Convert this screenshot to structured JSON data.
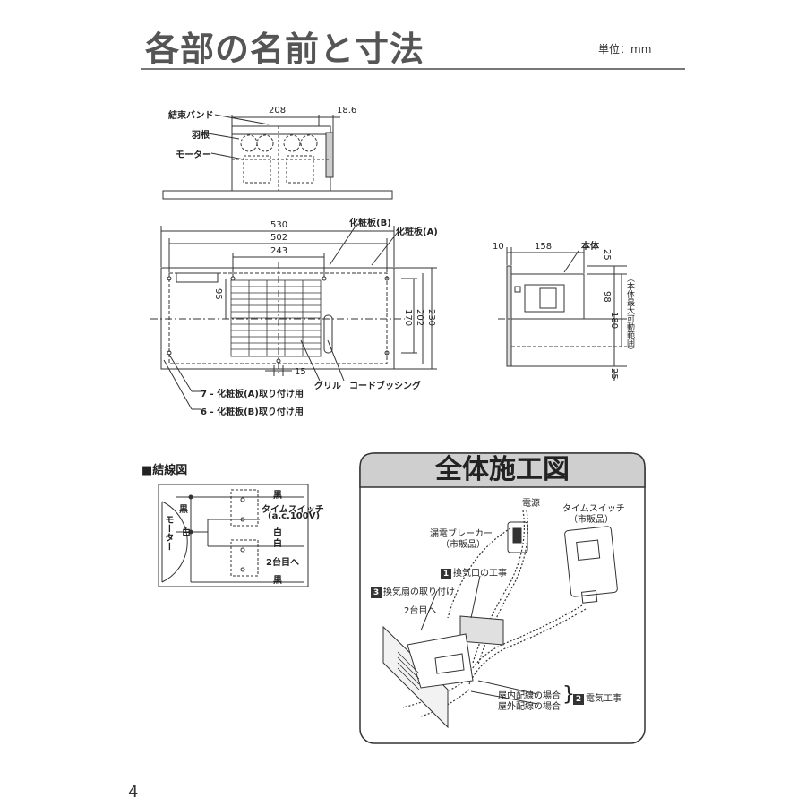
{
  "page": {
    "title": "各部の名前と寸法",
    "unit": "単位：mm",
    "page_number": "4"
  },
  "top_view": {
    "band_label": "結束バンド",
    "blade_label": "羽根",
    "motor_label": "モーター",
    "dim_width": "208",
    "dim_offset": "18.6"
  },
  "front_view": {
    "label_b": "化粧板(B)",
    "label_a": "化粧板(A)",
    "dim_530": "530",
    "dim_502": "502",
    "dim_243": "243",
    "dim_95": "95",
    "dim_170": "170",
    "dim_202": "202",
    "dim_230": "230",
    "dim_15": "15",
    "grill_label": "グリル",
    "bushing_label": "コードブッシング",
    "hole_a_label": "7 - 化粧板(A)取り付け用",
    "hole_b_label": "6 - 化粧板(B)取り付け用"
  },
  "side_view": {
    "body_label": "本体",
    "dim_10": "10",
    "dim_158": "158",
    "dim_25_top": "25",
    "dim_98": "98",
    "dim_180": "180",
    "dim_note": "（本体最大可動範囲）",
    "dim_25_bottom": "25"
  },
  "wiring": {
    "section_title": "■結線図",
    "motor_label": "モーター",
    "black_left": "黒",
    "white_left": "白",
    "black_top": "黒",
    "switch_label": "タイムスイッチ",
    "switch_spec": "(a.c.100V)",
    "white_mid1": "白",
    "white_mid2": "白",
    "next_unit": "2台目へ",
    "black_bottom": "黒"
  },
  "install": {
    "title": "全体施工図",
    "power": "電源",
    "breaker": "漏電ブレーカー",
    "breaker_note": "（市販品）",
    "time_switch": "タイムスイッチ",
    "time_switch_note": "（市販品）",
    "step1_num": "1",
    "step1": "換気口の工事",
    "step3_num": "3",
    "step3": "換気扇の取り付け",
    "next_unit": "2台目へ",
    "indoor": "屋内配線の場合",
    "outdoor": "屋外配線の場合",
    "step2_num": "2",
    "step2": "電気工事"
  }
}
